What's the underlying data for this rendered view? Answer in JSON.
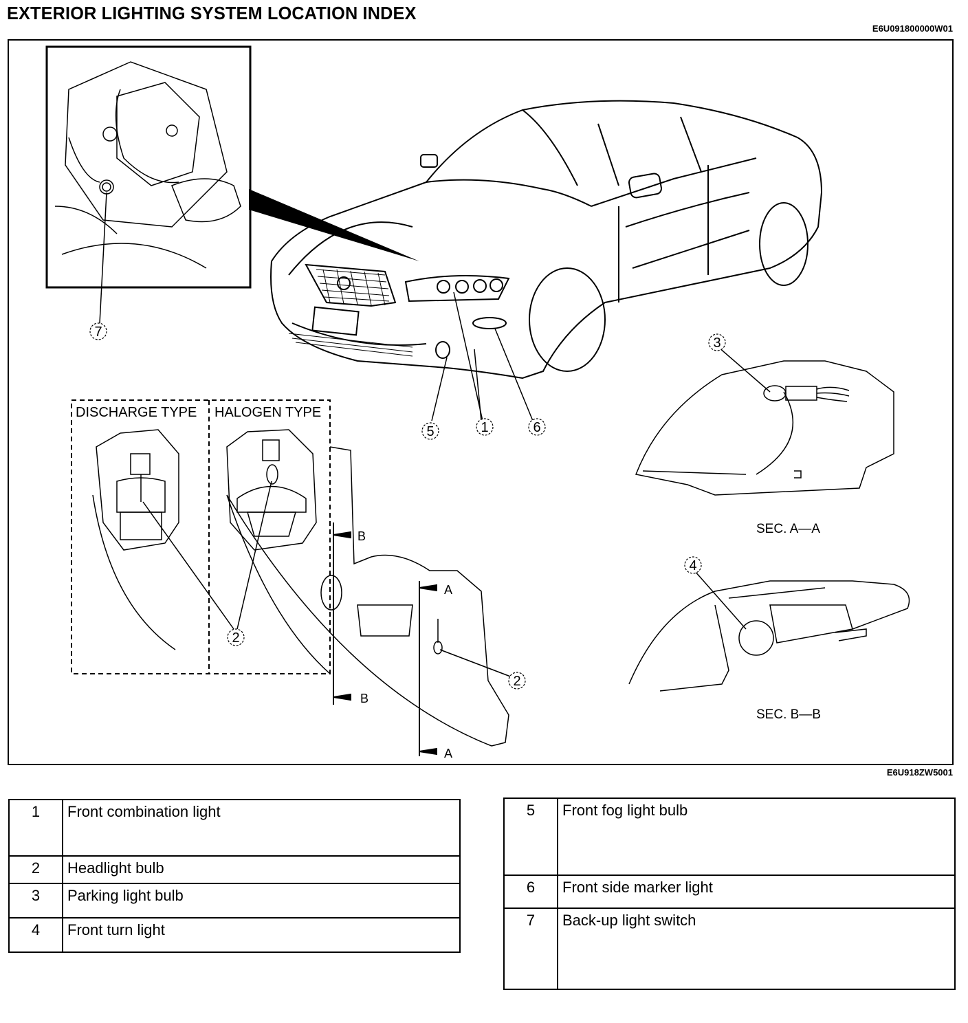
{
  "page": {
    "title": "EXTERIOR LIGHTING SYSTEM LOCATION INDEX",
    "doc_code": "E6U091800000W01",
    "figure_code": "E6U918ZW5001"
  },
  "diagram": {
    "labels": {
      "discharge_type": "DISCHARGE TYPE",
      "halogen_type": "HALOGEN TYPE",
      "sec_aa": "SEC. A—A",
      "sec_bb": "SEC. B—B",
      "section_a": "A",
      "section_b": "B"
    },
    "callouts": [
      "1",
      "2",
      "3",
      "4",
      "5",
      "6",
      "7"
    ]
  },
  "legend": {
    "left": [
      {
        "num": "1",
        "name": "Front combination light"
      },
      {
        "num": "2",
        "name": "Headlight bulb"
      },
      {
        "num": "3",
        "name": "Parking light bulb"
      },
      {
        "num": "4",
        "name": "Front turn light"
      }
    ],
    "right": [
      {
        "num": "5",
        "name": "Front fog light bulb"
      },
      {
        "num": "6",
        "name": "Front side marker light"
      },
      {
        "num": "7",
        "name": "Back-up light switch"
      }
    ]
  }
}
